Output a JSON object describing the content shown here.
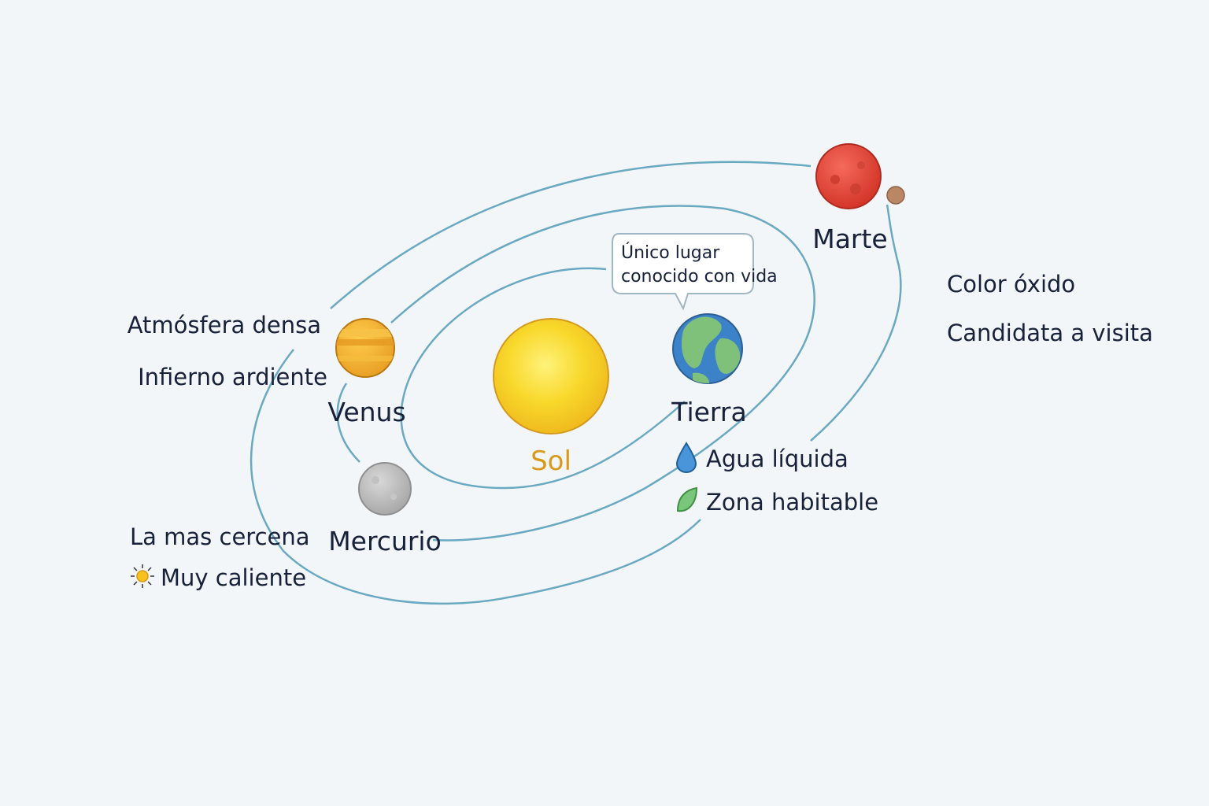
{
  "sun": {
    "label": "Sol",
    "color": "#f7d21f"
  },
  "planets": {
    "mercury": {
      "label": "Mercurio",
      "color": "#b8b8b8",
      "facts": [
        "La mas cercena",
        "Muy caliente"
      ],
      "fact_icon": "sun-icon"
    },
    "venus": {
      "label": "Venus",
      "color": "#f0ad2a",
      "facts": [
        "Atmósfera densa",
        "Infierno ardiente"
      ]
    },
    "earth": {
      "label": "Tierra",
      "color": "#3b82c8",
      "bubble": [
        "Único lugar",
        "conocido con vida"
      ],
      "facts": [
        {
          "text": "Agua líquida",
          "icon": "water-drop-icon"
        },
        {
          "text": "Zona habitable",
          "icon": "leaf-icon"
        }
      ]
    },
    "mars": {
      "label": "Marte",
      "color": "#e8473a",
      "facts": [
        "Color óxido",
        "Candidata a visita"
      ]
    }
  },
  "colors": {
    "background": "#f3f6f9",
    "orbit": "#6aa9c2",
    "text": "#17213a",
    "sun_text": "#d99a1a"
  }
}
